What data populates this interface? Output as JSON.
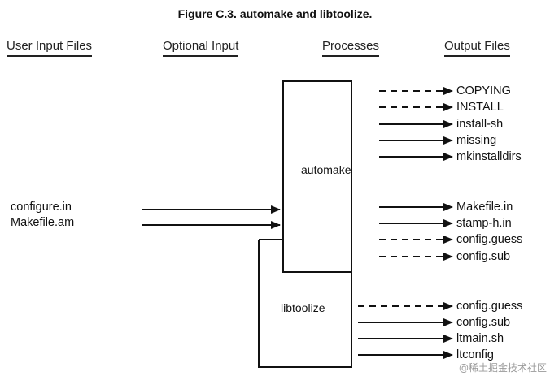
{
  "title": "Figure C.3. automake and libtoolize.",
  "columns": {
    "user_input": "User Input Files",
    "optional_input": "Optional Input",
    "processes": "Processes",
    "output_files": "Output Files"
  },
  "inputs": [
    "configure.in",
    "Makefile.am"
  ],
  "boxes": {
    "automake": "automake",
    "libtoolize": "libtoolize"
  },
  "automake_outputs": [
    {
      "label": "COPYING",
      "style": "dashed"
    },
    {
      "label": "INSTALL",
      "style": "dashed"
    },
    {
      "label": "install-sh",
      "style": "solid"
    },
    {
      "label": "missing",
      "style": "solid"
    },
    {
      "label": "mkinstalldirs",
      "style": "solid"
    },
    {
      "label": "Makefile.in",
      "style": "solid"
    },
    {
      "label": "stamp-h.in",
      "style": "solid"
    },
    {
      "label": "config.guess",
      "style": "dashed"
    },
    {
      "label": "config.sub",
      "style": "dashed"
    }
  ],
  "libtoolize_outputs": [
    {
      "label": "config.guess",
      "style": "dashed"
    },
    {
      "label": "config.sub",
      "style": "solid"
    },
    {
      "label": "ltmain.sh",
      "style": "solid"
    },
    {
      "label": "ltconfig",
      "style": "solid"
    }
  ],
  "watermark": "@稀土掘金技术社区"
}
